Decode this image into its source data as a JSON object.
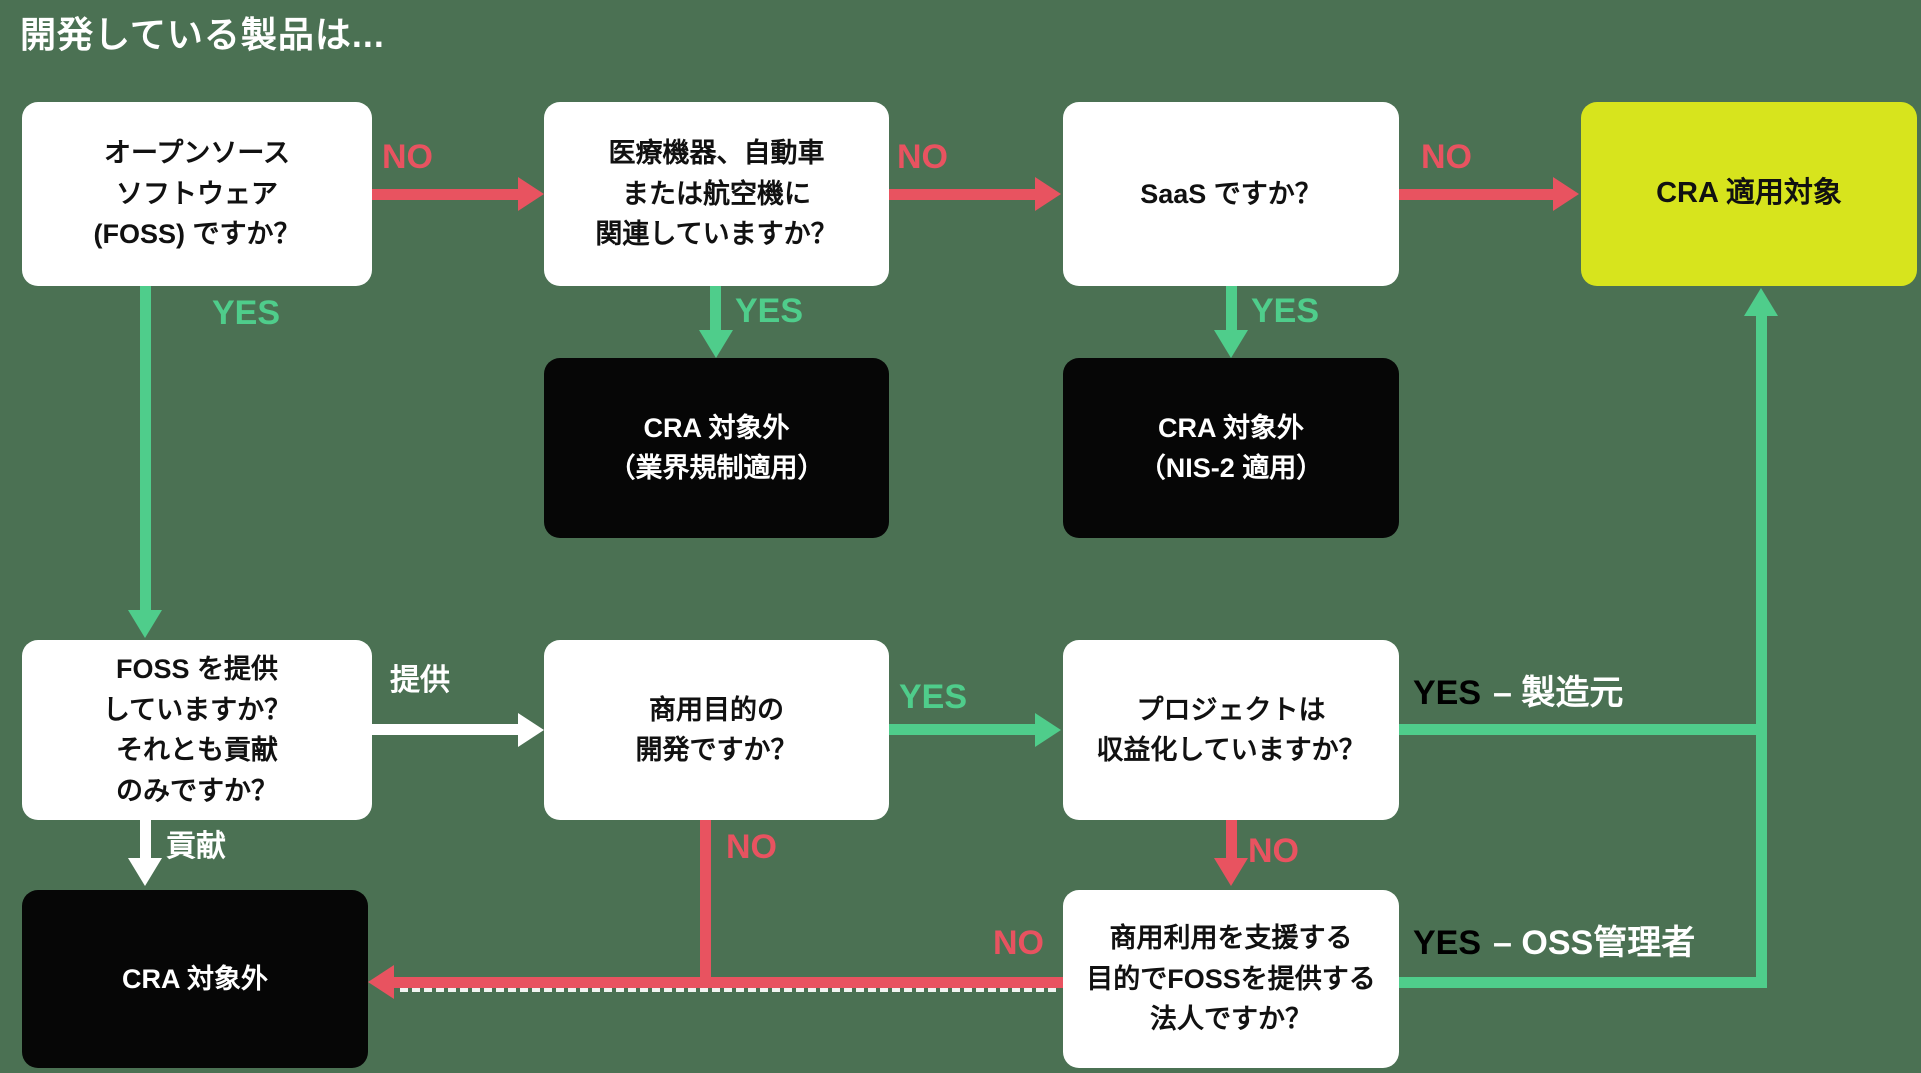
{
  "title": "開発している製品は...",
  "colors": {
    "background": "#4b7153",
    "red": "#e85360",
    "green": "#4fcd8b",
    "yellow": "#d7e41d",
    "white": "#ffffff",
    "black": "#060606",
    "text": "#111111"
  },
  "nodes": {
    "q_foss": {
      "lines": [
        "オープンソース",
        "ソフトウェア",
        "(FOSS) ですか？"
      ]
    },
    "q_regulated": {
      "lines": [
        "医療機器、自動車",
        "または航空機に",
        "関連していますか？"
      ]
    },
    "q_saas": {
      "lines": [
        "SaaS ですか？"
      ]
    },
    "cra_in_scope": {
      "lines": [
        "CRA 適用対象"
      ]
    },
    "out_industry": {
      "lines": [
        "CRA 対象外",
        "（業界規制適用）"
      ]
    },
    "out_nis2": {
      "lines": [
        "CRA 対象外",
        "（NIS-2 適用）"
      ]
    },
    "q_provide": {
      "lines": [
        "FOSS を提供",
        "していますか？",
        "それとも貢献",
        "のみですか？"
      ]
    },
    "q_commercial": {
      "lines": [
        "商用目的の",
        "開発ですか？"
      ]
    },
    "q_monetized": {
      "lines": [
        "プロジェクトは",
        "収益化していますか？"
      ]
    },
    "out_cra": {
      "lines": [
        "CRA 対象外"
      ]
    },
    "q_legal_entity": {
      "lines": [
        "商用利用を支援する",
        "目的でFOSSを提供する",
        "法人ですか？"
      ]
    }
  },
  "labels": {
    "no": "NO",
    "yes": "YES",
    "provide": "提供",
    "contribute": "貢献",
    "yes_manufacturer_suffix": "– 製造元",
    "yes_steward_suffix": "– OSS管理者"
  }
}
